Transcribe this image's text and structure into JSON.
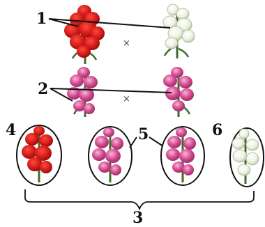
{
  "labels": {
    "parents": "1",
    "f1": "2",
    "f2_group": "3",
    "f2_red": "4",
    "f2_pink": "5",
    "f2_white": "6"
  },
  "cross_symbol": "×",
  "colors": {
    "red_flower": "#d11a1a",
    "red_dark": "#8e0b0b",
    "pink_flower": "#d54a92",
    "pink_light": "#f0a6cd",
    "white_flower": "#eef2e2",
    "white_shade": "#c7cfb6",
    "stem": "#3f6b2a",
    "ink": "#111111"
  }
}
